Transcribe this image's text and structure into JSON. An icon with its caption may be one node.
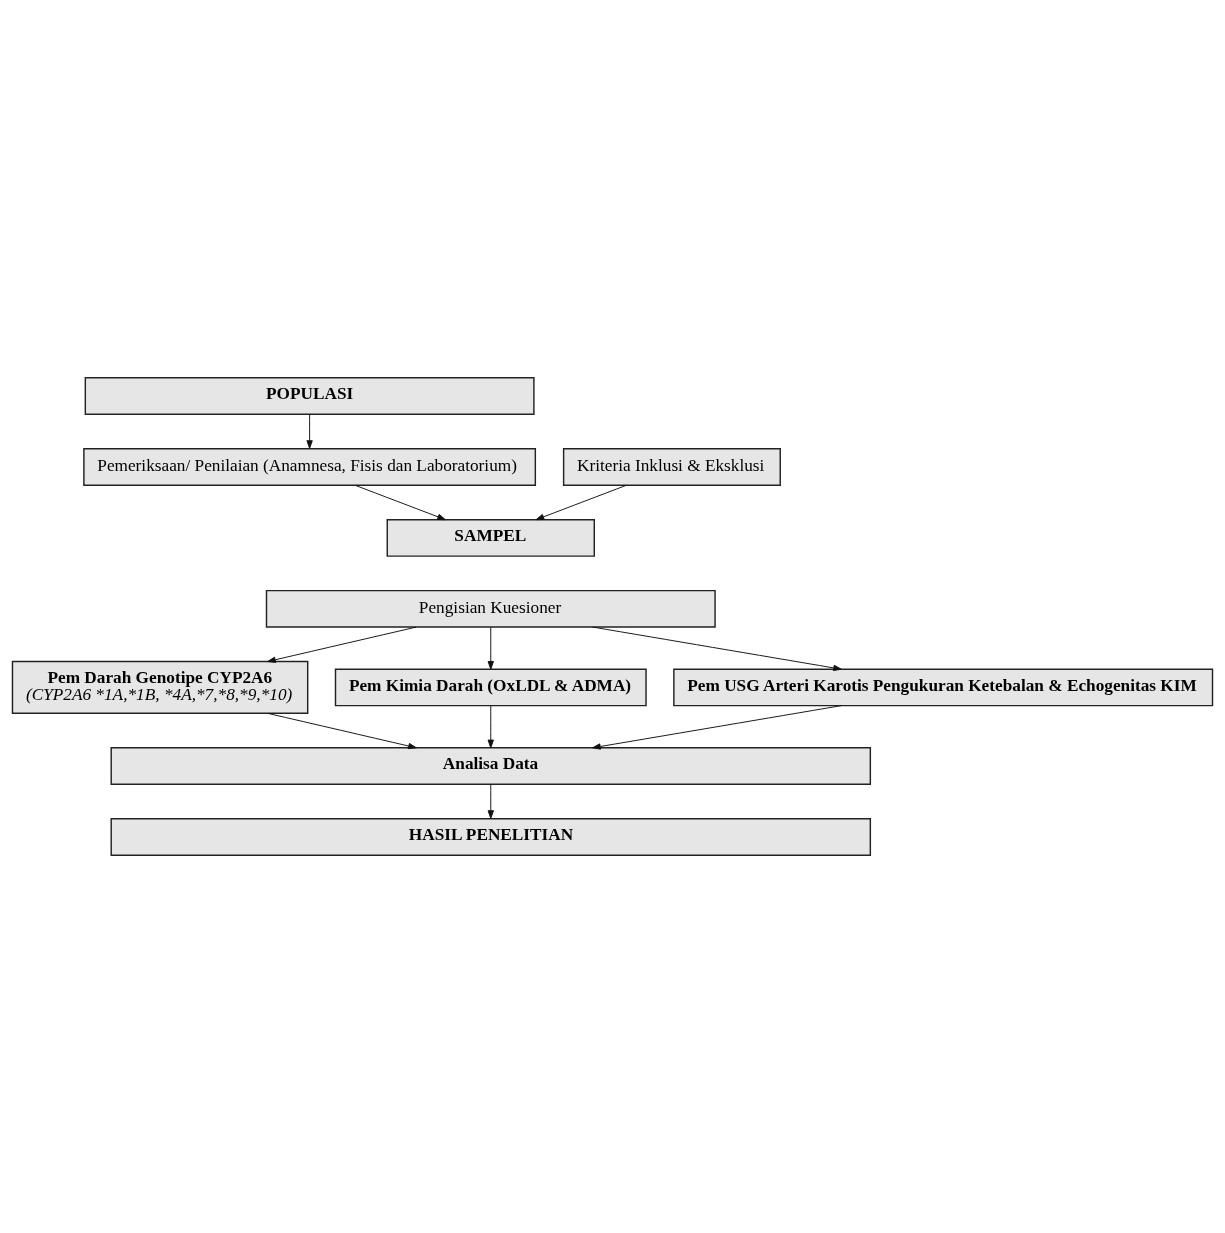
{
  "diagram": {
    "nodes": [
      {
        "text": [
          "POPULASI"
        ]
      },
      {
        "text": [
          "Pemeriksaan/ Penilaian (Anamnesa, Fisis dan Laboratorium)"
        ]
      },
      {
        "text": [
          "Kriteria Inklusi & Eksklusi"
        ]
      },
      {
        "text": [
          "SAMPEL"
        ]
      },
      {
        "text": [
          "Pengisian Kuesioner"
        ]
      },
      {
        "text": [
          "Pem Darah Genotipe CYP2A6",
          "(CYP2A6 *1A,*1B, *4A,*7,*8,*9,*10)"
        ]
      },
      {
        "text": [
          "Pem Kimia Darah (OxLDL & ADMA)"
        ]
      },
      {
        "text": [
          "Pem USG Arteri Karotis Pengukuran Ketebalan & Echogenitas KIM"
        ]
      },
      {
        "text": [
          "Analisa Data"
        ]
      },
      {
        "text": [
          "HASIL PENELITIAN"
        ]
      }
    ],
    "edges": [
      {
        "from": 0,
        "to": 1,
        "arrow": "to"
      },
      {
        "from": 1,
        "to": 3,
        "arrow": "to"
      },
      {
        "from": 2,
        "to": 3,
        "arrow": "to"
      },
      {
        "from": 4,
        "to": 5,
        "arrow": "to"
      },
      {
        "from": 4,
        "to": 6,
        "arrow": "to"
      },
      {
        "from": 4,
        "to": 7,
        "arrow": "to"
      },
      {
        "from": 5,
        "to": 8,
        "arrow": "to"
      },
      {
        "from": 6,
        "to": 8,
        "arrow": "to"
      },
      {
        "from": 7,
        "to": 8,
        "arrow": "to"
      },
      {
        "from": 8,
        "to": 9,
        "arrow": "to"
      }
    ]
  }
}
